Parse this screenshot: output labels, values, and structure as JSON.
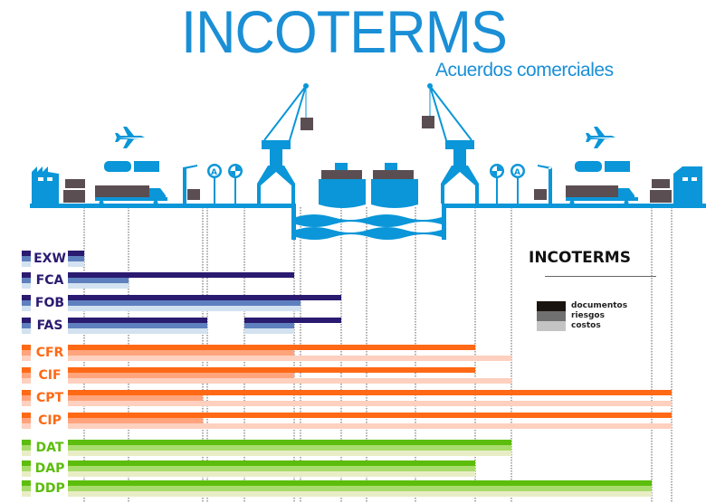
{
  "header": {
    "title": "INCOTERMS",
    "subtitle": "Acuerdos comerciales"
  },
  "legend": {
    "title": "INCOTERMS",
    "items": [
      {
        "label": "documentos",
        "color": "#1a1410"
      },
      {
        "label": "riesgos",
        "color": "#707070"
      },
      {
        "label": "costos",
        "color": "#c4c4c4"
      }
    ]
  },
  "colors": {
    "icons": "#0a96d8",
    "crate": "#5b4e52",
    "navy": [
      "#2a1a70",
      "#5f80bf",
      "#d3e2f0"
    ],
    "orange": [
      "#ff6915",
      "#ffa47c",
      "#fdd0bf"
    ],
    "green": [
      "#5cbd0c",
      "#a8dc6c",
      "#e9edc6"
    ]
  },
  "terms": [
    {
      "code": "EXW",
      "group": "navy",
      "doc": [
        [
          0,
          1
        ]
      ],
      "risk": [
        [
          0,
          1
        ]
      ],
      "cost": [
        [
          0,
          1
        ]
      ]
    },
    {
      "code": "FCA",
      "group": "navy",
      "doc": [
        [
          0,
          6
        ]
      ],
      "risk": [
        [
          0,
          2
        ]
      ],
      "cost": [
        [
          0,
          2
        ]
      ]
    },
    {
      "code": "FOB",
      "group": "navy",
      "doc": [
        [
          0,
          8
        ]
      ],
      "risk": [
        [
          0,
          7
        ]
      ],
      "cost": [
        [
          0,
          7
        ]
      ]
    },
    {
      "code": "FAS",
      "group": "navy",
      "doc": [
        [
          0,
          4
        ],
        [
          5,
          8
        ]
      ],
      "risk": [
        [
          0,
          4
        ],
        [
          5,
          6
        ]
      ],
      "cost": [
        [
          0,
          4
        ],
        [
          5,
          6
        ]
      ]
    },
    {
      "code": "CFR",
      "group": "orange",
      "doc": [
        [
          0,
          11
        ]
      ],
      "risk": [
        [
          0,
          6
        ]
      ],
      "cost": [
        [
          0,
          12
        ]
      ]
    },
    {
      "code": "CIF",
      "group": "orange",
      "doc": [
        [
          0,
          11
        ]
      ],
      "risk": [
        [
          0,
          6
        ]
      ],
      "cost": [
        [
          0,
          12
        ]
      ]
    },
    {
      "code": "CPT",
      "group": "orange",
      "doc": [
        [
          0,
          14
        ]
      ],
      "risk": [
        [
          0,
          3
        ]
      ],
      "cost": [
        [
          0,
          14
        ]
      ]
    },
    {
      "code": "CIP",
      "group": "orange",
      "doc": [
        [
          0,
          14
        ]
      ],
      "risk": [
        [
          0,
          3
        ]
      ],
      "cost": [
        [
          0,
          14
        ]
      ]
    },
    {
      "code": "DAT",
      "group": "green",
      "doc": [
        [
          0,
          12
        ]
      ],
      "risk": [
        [
          0,
          12
        ]
      ],
      "cost": [
        [
          0,
          12
        ]
      ]
    },
    {
      "code": "DAP",
      "group": "green",
      "doc": [
        [
          0,
          11
        ]
      ],
      "risk": [
        [
          0,
          11
        ]
      ],
      "cost": [
        [
          0,
          11
        ]
      ]
    },
    {
      "code": "DDP",
      "group": "green",
      "doc": [
        [
          0,
          13
        ]
      ],
      "risk": [
        [
          0,
          13
        ]
      ],
      "cost": [
        [
          0,
          13
        ]
      ]
    }
  ]
}
